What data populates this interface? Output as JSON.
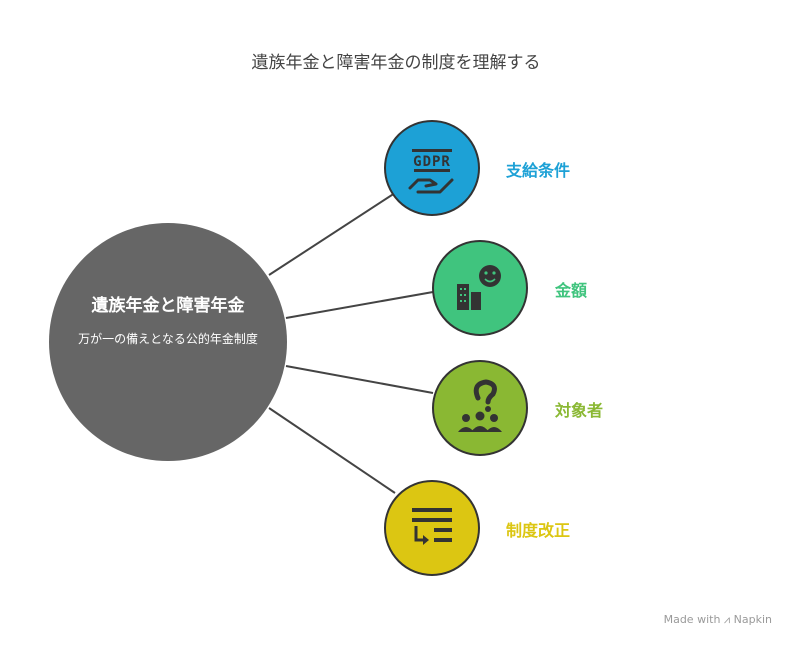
{
  "title": "遺族年金と障害年金の制度を理解する",
  "center": {
    "title": "遺族年金と障害年金",
    "subtitle": "万が一の備えとなる公的年金制度",
    "color": "#666666"
  },
  "nodes": [
    {
      "label": "支給条件",
      "color": "#1da1d6",
      "icon": "gdpr-hand-icon",
      "icon_text": "GDPR"
    },
    {
      "label": "金額",
      "color": "#40c47e",
      "icon": "building-smile-icon"
    },
    {
      "label": "対象者",
      "color": "#8ab833",
      "icon": "people-question-icon"
    },
    {
      "label": "制度改正",
      "color": "#dcc612",
      "icon": "list-arrow-icon"
    }
  ],
  "footer": {
    "made_with": "Made with",
    "brand": "Napkin"
  }
}
